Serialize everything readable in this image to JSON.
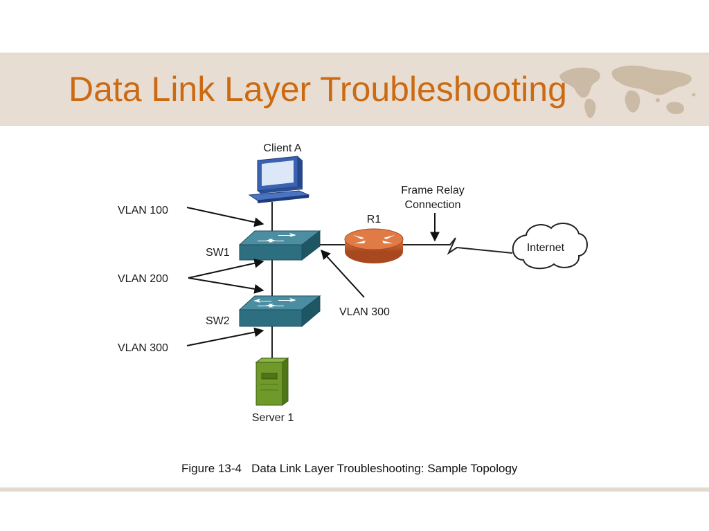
{
  "slide": {
    "title": "Data Link Layer Troubleshooting",
    "caption": "Figure 13-4   Data Link Layer Troubleshooting: Sample Topology"
  },
  "diagram": {
    "nodes": {
      "client": "Client A",
      "sw1": "SW1",
      "sw2": "SW2",
      "server": "Server 1",
      "router": "R1",
      "internet": "Internet"
    },
    "labels": {
      "vlan_client": "VLAN 100",
      "vlan_trunk": "VLAN 200",
      "vlan_server": "VLAN 300",
      "vlan_router": "VLAN 300",
      "frame_relay_line1": "Frame Relay",
      "frame_relay_line2": "Connection"
    }
  },
  "colors": {
    "title": "#cc6a12",
    "band": "#e8ddd2",
    "switch": "#2d6f80",
    "router": "#c25a2a",
    "server": "#6f9a2a",
    "monitor": "#3a62b0"
  }
}
